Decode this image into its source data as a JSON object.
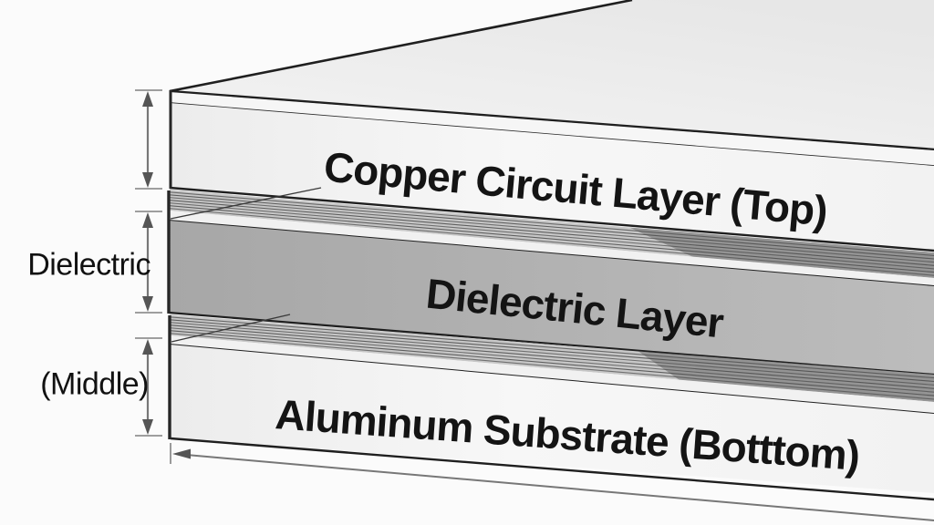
{
  "diagram": {
    "layers": [
      {
        "id": "copper-top",
        "label": "Copper Circuit Layer (Top)"
      },
      {
        "id": "dielectric-middle",
        "label": "Dielectric Layer"
      },
      {
        "id": "aluminum-bottom",
        "label": "Aluminum Substrate (Botttom)"
      }
    ],
    "side_annotation": {
      "line1": "Dielectric",
      "line2": "(Middle)"
    },
    "colors": {
      "background": "#fbfbfb",
      "outline": "#1f1f1f",
      "top_face": "#ececec",
      "light_face": "#f3f3f3",
      "dielectric_face": "#b2b2b2",
      "stripe_band": "#c7c7c7",
      "stripe_line": "#666666",
      "dimension_line": "#777777",
      "text": "#141414"
    }
  }
}
